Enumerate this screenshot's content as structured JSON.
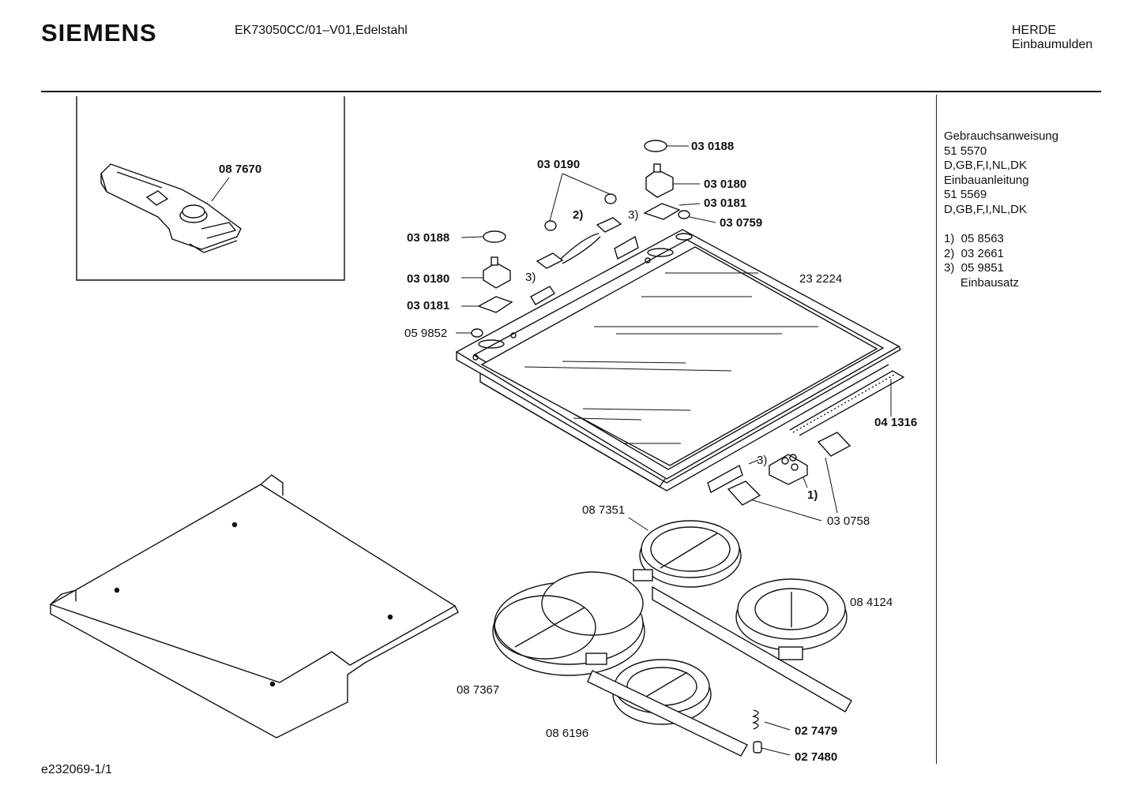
{
  "header": {
    "brand": "SIEMENS",
    "model": "EK73050CC/01–V01,Edelstahl",
    "category": "HERDE",
    "subcategory": "Einbaumulden"
  },
  "notes": {
    "lines": [
      "Gebrauchsanweisung",
      "51 5570",
      "D,GB,F,I,NL,DK",
      "Einbauanleitung",
      "51 5569",
      "D,GB,F,I,NL,DK",
      "",
      "1)  05 8563",
      "2)  03 2661",
      "3)  05 9851",
      "     Einbausatz"
    ]
  },
  "parts": {
    "scraper": "08 7670",
    "knob_cap_top": "03 0188",
    "pin_pair": "03 0190",
    "switch_top": "03 0180",
    "bracket_top": "03 0181",
    "clip_top": "03 0759",
    "knob_cap_left": "03 0188",
    "switch_left": "03 0180",
    "bracket_left": "03 0181",
    "cap_small": "05 9852",
    "glass_panel": "23 2224",
    "seal_strip": "04 1316",
    "terminal_clamp": "03 0758",
    "burner_small_rear": "08 7351",
    "burner_dual": "08 7367",
    "burner_right": "08 4124",
    "burner_front": "08 6196",
    "spring": "02 7479",
    "spacer": "02 7480",
    "ref_1": "1)",
    "ref_2": "2)",
    "ref_3a": "3)",
    "ref_3b": "3)",
    "ref_3c": "3)"
  },
  "footer": {
    "code": "e232069-1/1"
  }
}
